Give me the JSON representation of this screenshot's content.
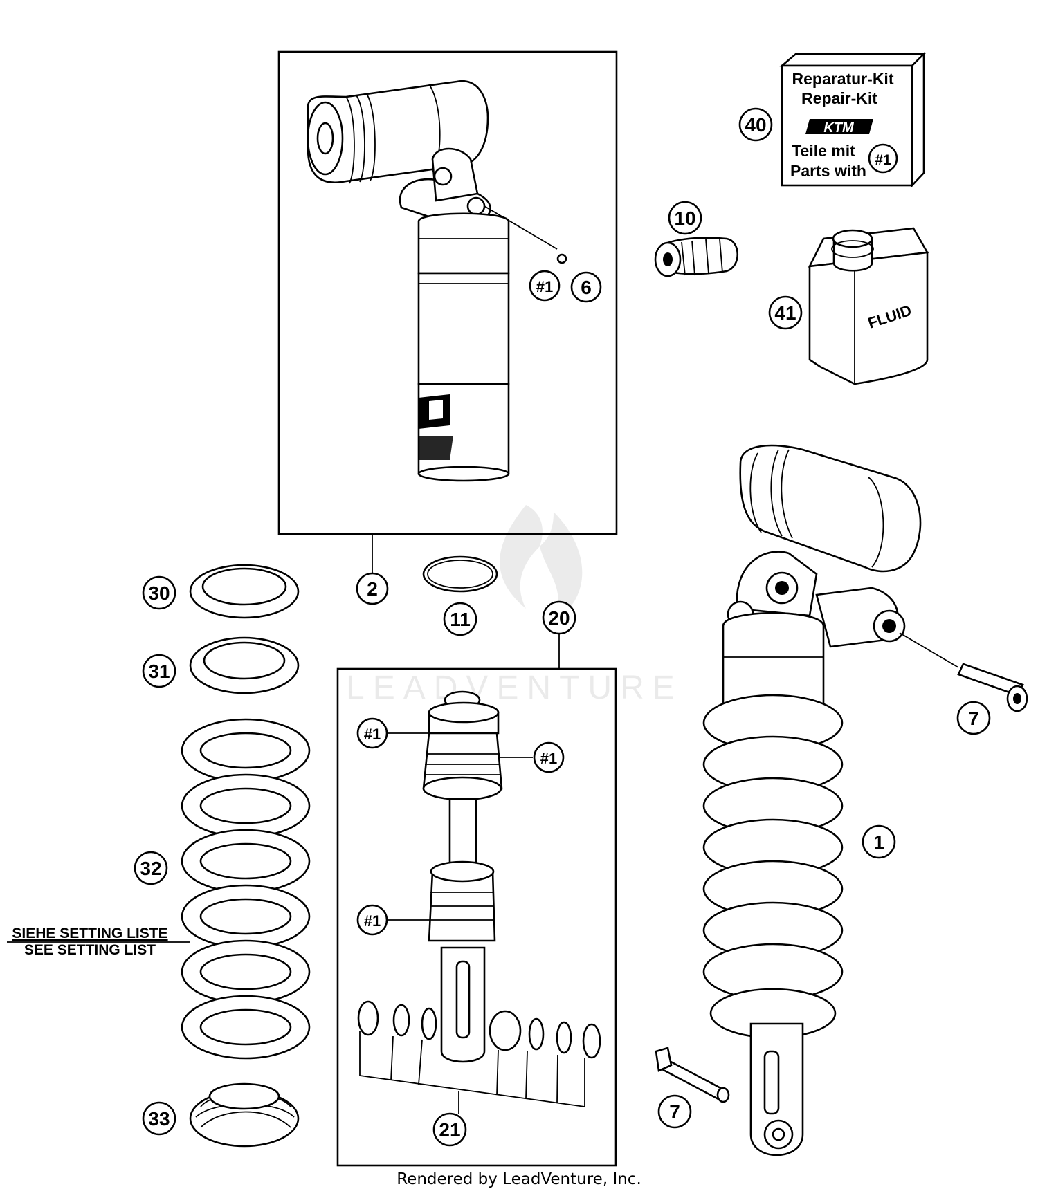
{
  "diagram": {
    "callouts": {
      "c1": "1",
      "c2": "2",
      "c6": "6",
      "c7a": "7",
      "c7b": "7",
      "c10": "10",
      "c11": "11",
      "c20": "20",
      "c21": "21",
      "c30": "30",
      "c31": "31",
      "c32": "32",
      "c33": "33",
      "c40": "40",
      "c41": "41"
    },
    "kit_refs": {
      "r_top": "#1",
      "r_a": "#1",
      "r_b": "#1",
      "r_c": "#1"
    },
    "repair_kit": {
      "line1": "Reparatur-Kit",
      "line2": "Repair-Kit",
      "brand": "KTM",
      "line3": "Teile mit",
      "line4": "Parts with",
      "ref": "#1"
    },
    "fluid_label": "FLUID",
    "setting_note": {
      "line1": "SIEHE SETTING LISTE",
      "line2": "SEE SETTING LIST"
    },
    "watermark": "LEADVENTURE"
  },
  "footer": {
    "rendered_by": "Rendered by LeadVenture, Inc."
  }
}
